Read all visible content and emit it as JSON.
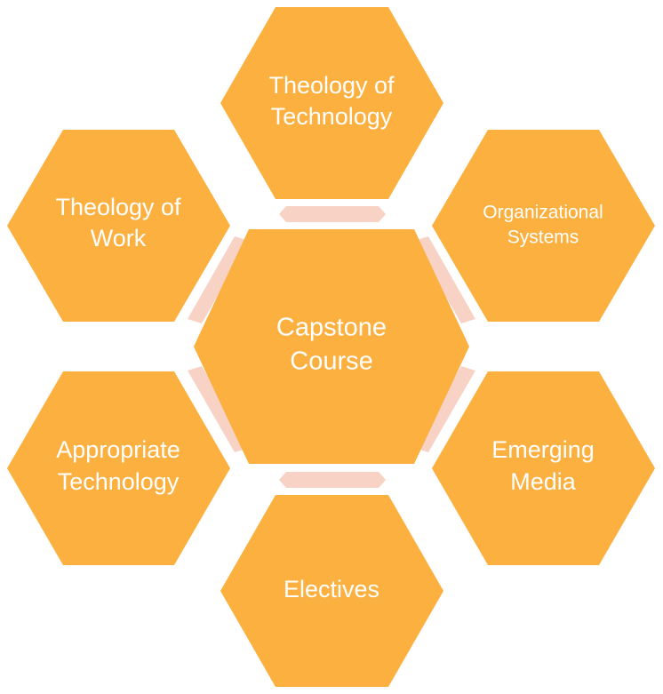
{
  "diagram": {
    "center": {
      "line1": "Capstone",
      "line2": "Course"
    },
    "top": {
      "line1": "Theology of",
      "line2": "Technology"
    },
    "upper_left": {
      "line1": "Theology of",
      "line2": "Work"
    },
    "upper_right": {
      "line1": "Organizational",
      "line2": "Systems"
    },
    "lower_left": {
      "line1": "Appropriate",
      "line2": "Technology"
    },
    "lower_right": {
      "line1": "Emerging",
      "line2": "Media"
    },
    "bottom": {
      "line1": "Electives"
    }
  },
  "colors": {
    "hexagon": "#fbb040",
    "connector": "#f8d3c5",
    "text": "#ffffff"
  }
}
